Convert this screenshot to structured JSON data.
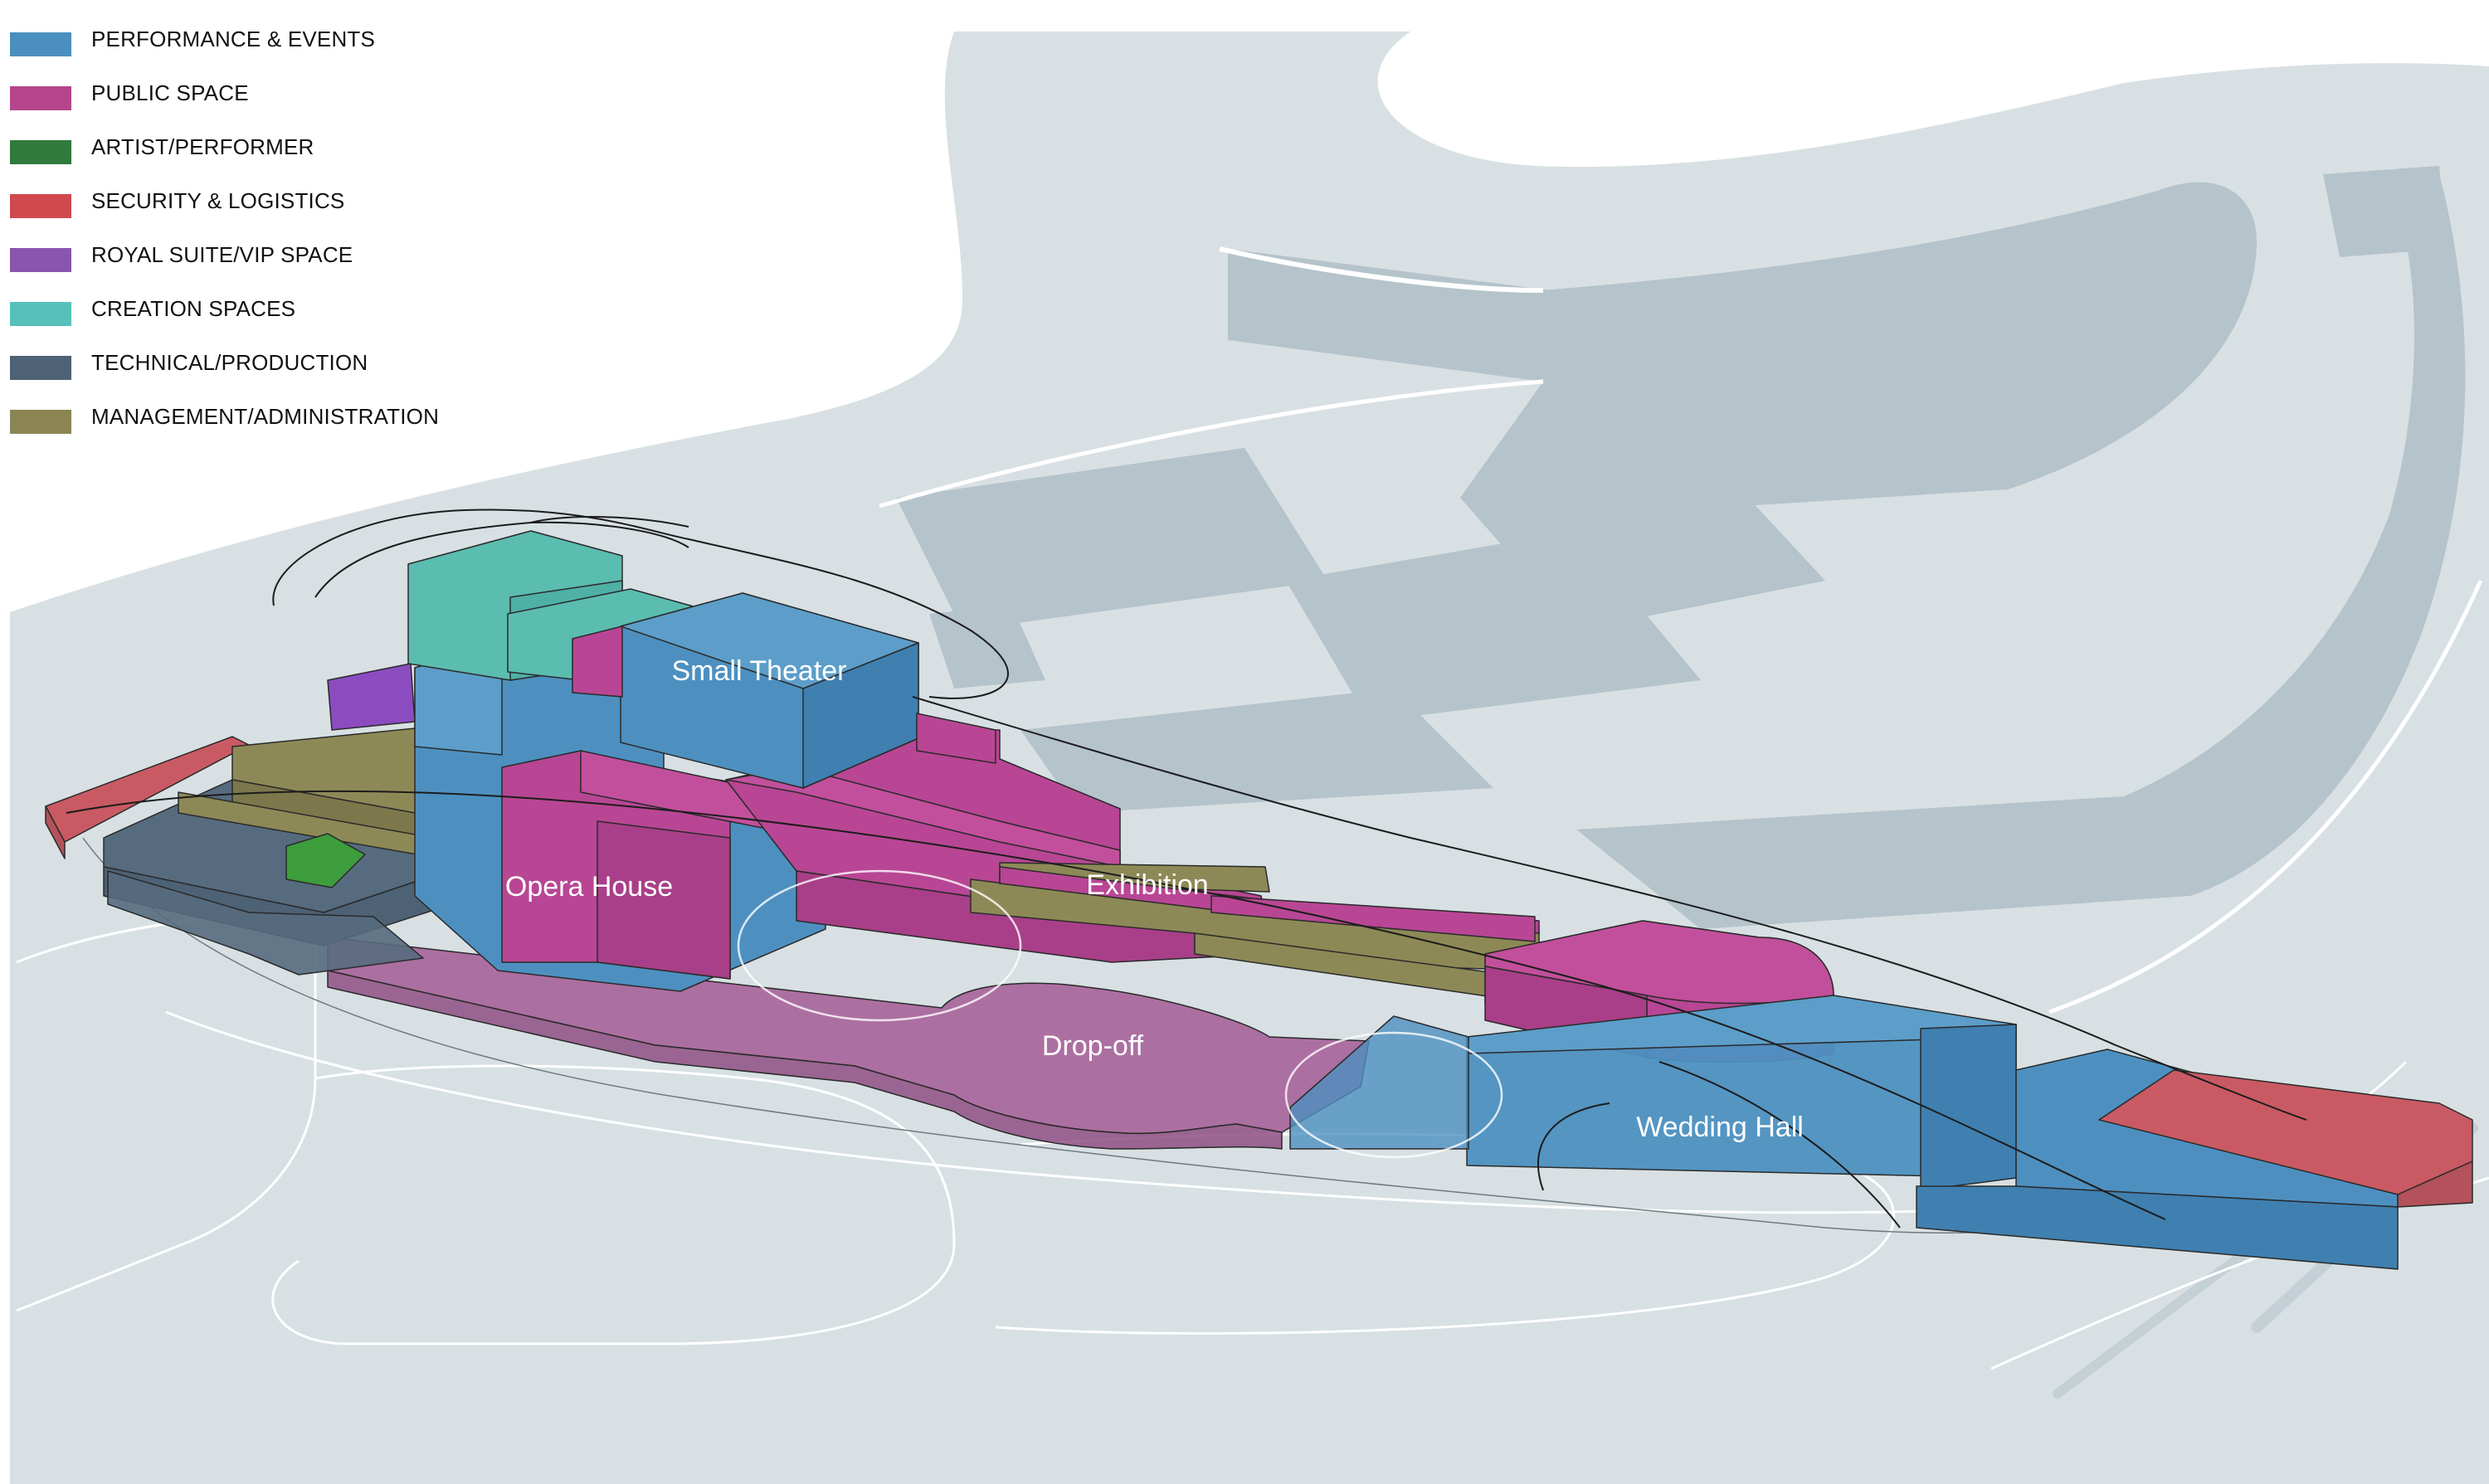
{
  "legend": {
    "items": [
      {
        "label": "PERFORMANCE & EVENTS",
        "color": "#4a8fbd"
      },
      {
        "label": "PUBLIC SPACE",
        "color": "#b5458b"
      },
      {
        "label": "ARTIST/PERFORMER",
        "color": "#2f7a3c"
      },
      {
        "label": "SECURITY & LOGISTICS",
        "color": "#d0494f"
      },
      {
        "label": "ROYAL SUITE/VIP SPACE",
        "color": "#8a55ad"
      },
      {
        "label": "CREATION SPACES",
        "color": "#56c0bb"
      },
      {
        "label": "TECHNICAL/PRODUCTION",
        "color": "#4d6275"
      },
      {
        "label": "MANAGEMENT/ADMINISTRATION",
        "color": "#8a8553"
      }
    ]
  },
  "labels": {
    "small_theater": "Small Theater",
    "opera_house": "Opera House",
    "exhibition": "Exhibition",
    "drop_off": "Drop-off",
    "wedding_hall": "Wedding Hall"
  },
  "colors": {
    "site_ground": "#d8e0e3",
    "existing_buildings": "#b5c3cb",
    "water": "#ffffff"
  }
}
